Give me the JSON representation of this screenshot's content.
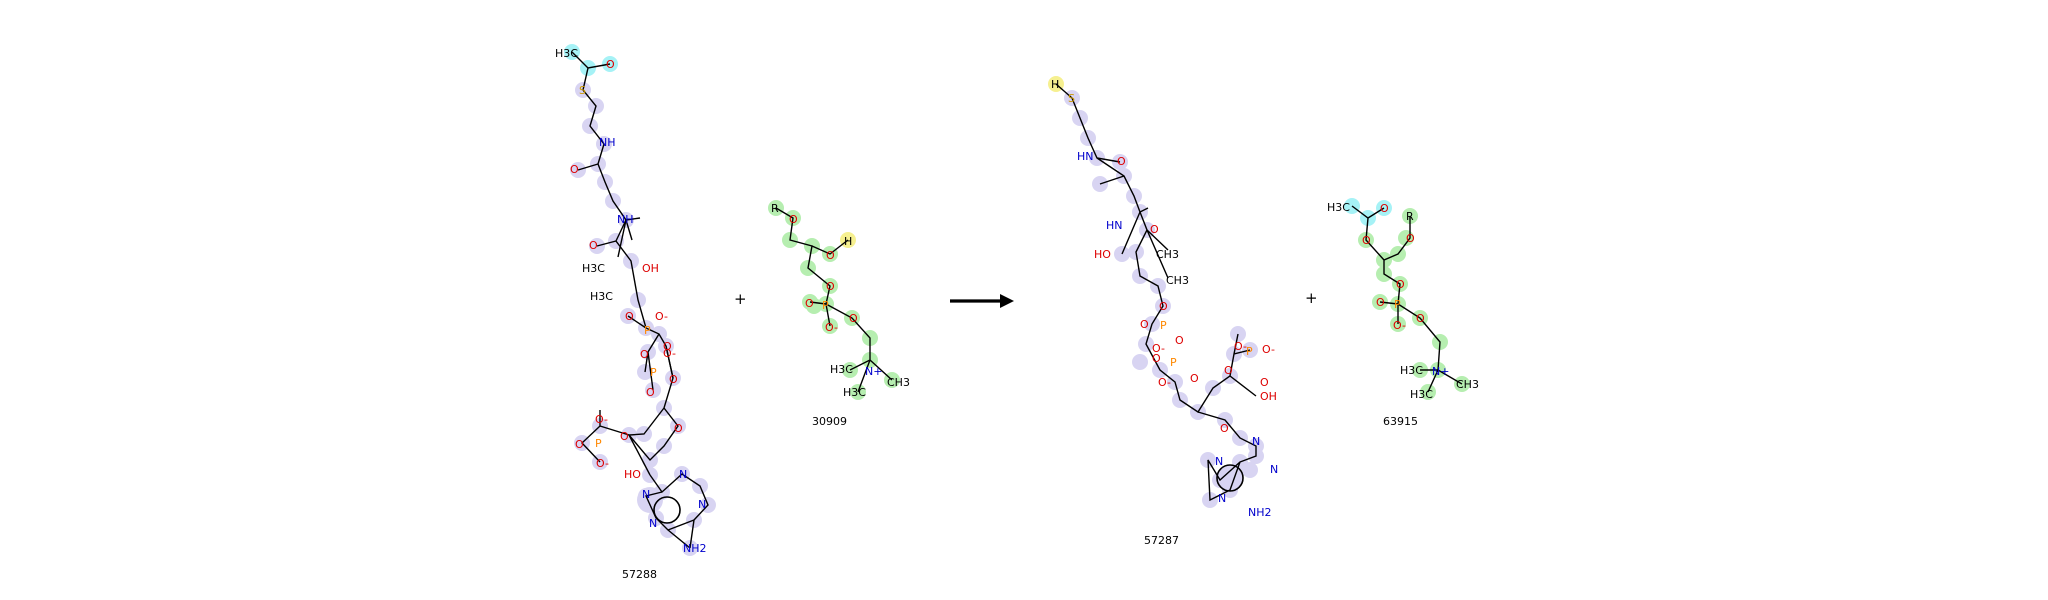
{
  "colors": {
    "bond": "#000000",
    "oxygen": "#dd0000",
    "nitrogen": "#0000cc",
    "phosphorus": "#ff8800",
    "hl_coa": "#d8d4f2",
    "hl_lipid": "#b6eeb0",
    "hl_acetyl": "#a6f2f6",
    "hl_hydrogen": "#f6f090"
  },
  "reaction": {
    "plus_1": "+",
    "plus_2": "+",
    "arrow": "reaction-arrow"
  },
  "molecules": [
    {
      "id": "57288",
      "labels": {
        "h3c_acetyl": "H3C",
        "o_acetyl": "O",
        "s": "S",
        "nh1": "NH",
        "o1": "O",
        "nh2": "NH",
        "o2": "O",
        "oh1": "OH",
        "h3c_a": "H3C",
        "h3c_b": "H3C",
        "o3": "O",
        "p1": "P",
        "o_m1": "O-",
        "o4": "O",
        "o5": "O",
        "p2": "P",
        "o6": "O-",
        "o7": "O",
        "o8": "O",
        "o_ring": "O",
        "o9": "O",
        "p3": "P",
        "o10": "O-",
        "o11": "O",
        "o12": "O-",
        "ho": "HO",
        "n1": "N",
        "n2": "N",
        "n3": "N",
        "n4": "N",
        "nh2_amine": "NH2"
      }
    },
    {
      "id": "30909",
      "labels": {
        "r": "R",
        "o1": "O",
        "o2": "O",
        "h": "H",
        "o3": "O",
        "p": "P",
        "o4": "O",
        "o_m": "O-",
        "o5": "O",
        "n_plus": "N+",
        "h3c_a": "H3C",
        "ch3": "CH3",
        "h3c_b": "H3C"
      }
    },
    {
      "id": "57287",
      "labels": {
        "h": "H",
        "s": "S",
        "hn1": "HN",
        "o1": "O",
        "hn2": "HN",
        "o2": "O",
        "ho": "HO",
        "ch3_a": "CH3",
        "ch3_b": "CH3",
        "o3": "O",
        "o4": "O",
        "p1": "P",
        "o5": "O",
        "o6": "O-",
        "p2": "P",
        "o7": "O",
        "o8": "O-",
        "o9": "O",
        "o10": "O-",
        "p3": "P",
        "o11": "O-",
        "o12": "O",
        "o13": "O",
        "oh": "OH",
        "o_ring": "O",
        "n1": "N",
        "n2": "N",
        "n3": "N",
        "n4": "N",
        "nh2_amine": "NH2"
      }
    },
    {
      "id": "63915",
      "labels": {
        "h3c_acetyl": "H3C",
        "o_acetyl": "O",
        "r": "R",
        "o1": "O",
        "o2": "O",
        "o3": "O",
        "p": "P",
        "o4": "O",
        "o_m": "O-",
        "o5": "O",
        "n_plus": "N+",
        "h3c_a": "H3C",
        "ch3": "CH3",
        "h3c_b": "H3C"
      }
    }
  ]
}
